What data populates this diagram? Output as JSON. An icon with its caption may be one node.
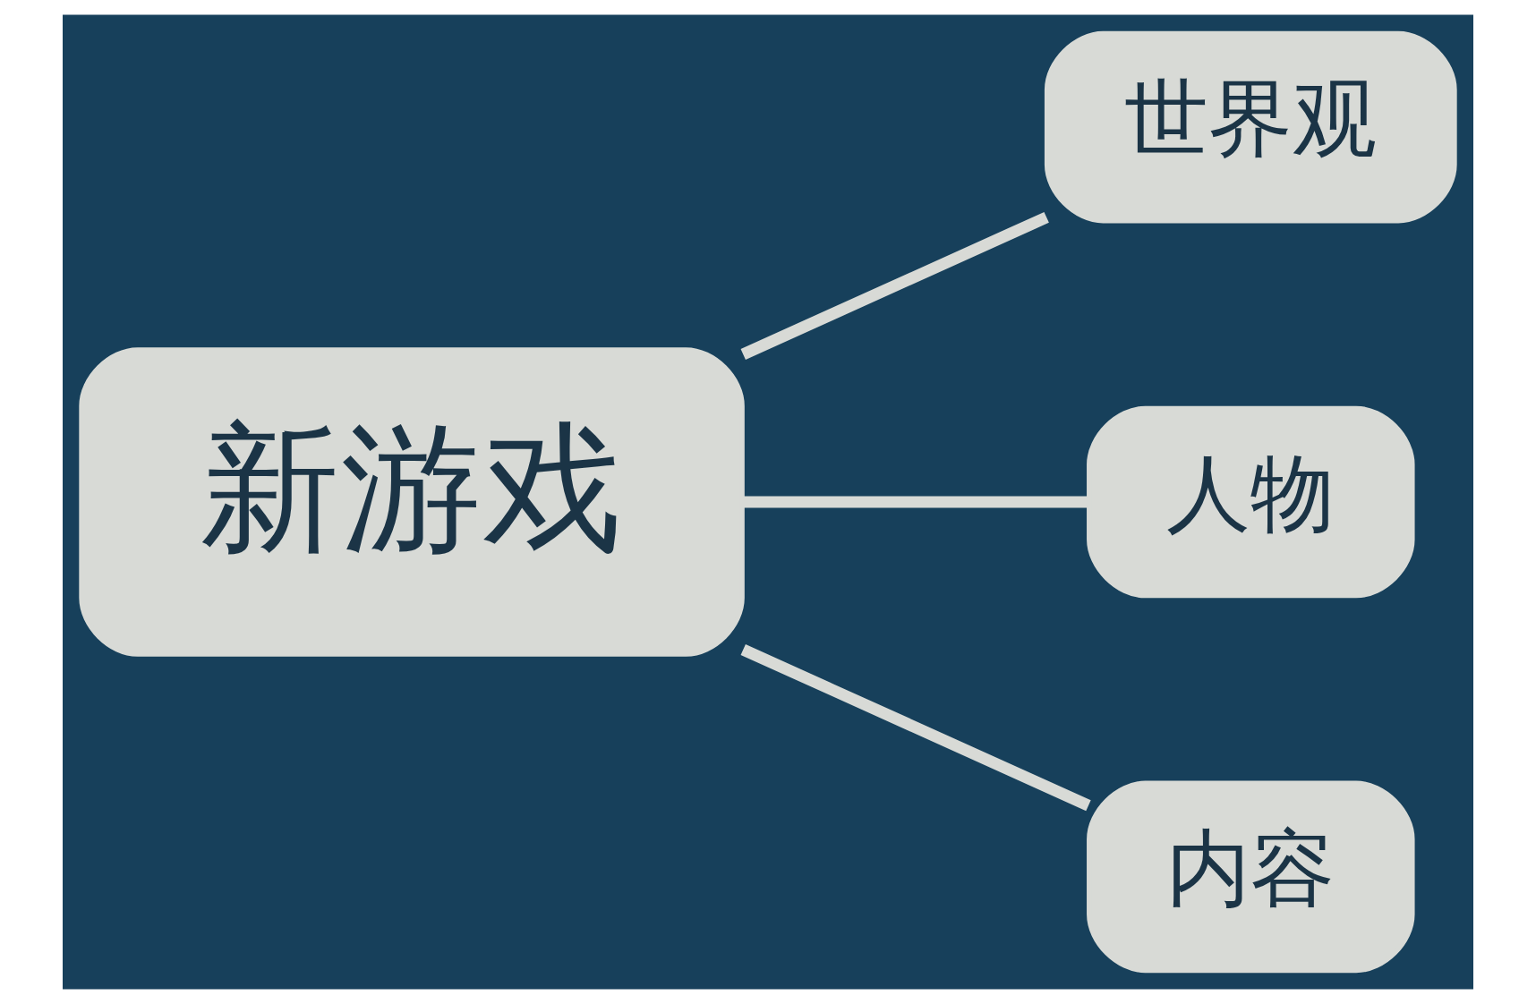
{
  "diagram": {
    "nodes": [
      {
        "text": [
          "新游戏"
        ]
      },
      {
        "text": [
          "世界观"
        ]
      },
      {
        "text": [
          "人物"
        ]
      },
      {
        "text": [
          "内容"
        ]
      }
    ],
    "edges": [
      {
        "from": 0,
        "to": 1,
        "arrow": "none"
      },
      {
        "from": 0,
        "to": 2,
        "arrow": "none"
      },
      {
        "from": 0,
        "to": 3,
        "arrow": "none"
      }
    ]
  }
}
